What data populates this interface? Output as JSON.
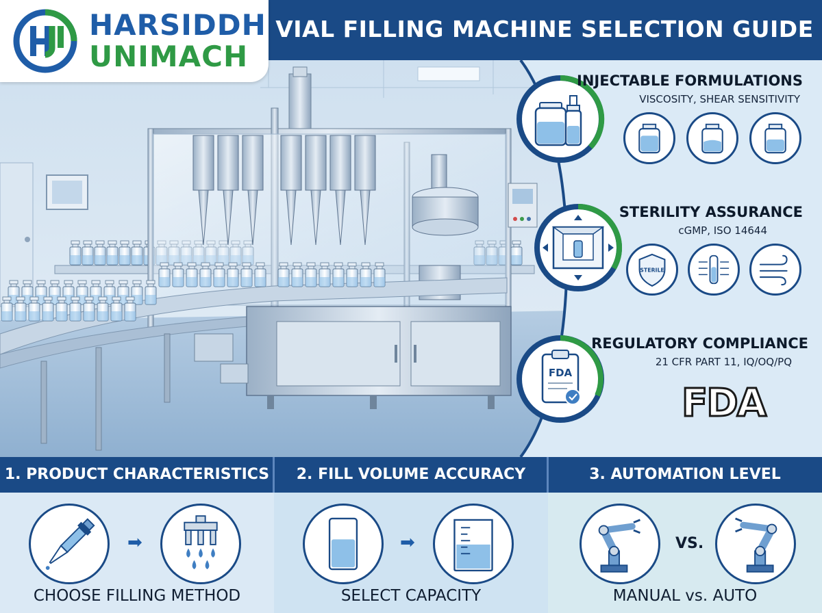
{
  "brand": {
    "line1": "HARSIDDH",
    "line2": "UNIMACH",
    "mark_letters": "HU",
    "color_blue": "#1f5da8",
    "color_green": "#2f9a45"
  },
  "title": "VIAL FILLING MACHINE SELECTION GUIDE",
  "colors": {
    "navy": "#1a4a86",
    "accent_green": "#2f9a45",
    "panel_light": "#dbeaf6"
  },
  "factors": [
    {
      "heading": "INJECTABLE FORMULATIONS",
      "subheading": "VISCOSITY, SHEAR SENSITIVITY",
      "badge_icon": "vials-icon",
      "mini_icons": [
        "vial-full-icon",
        "vial-half-icon",
        "vial-low-icon"
      ]
    },
    {
      "heading": "STERILITY ASSURANCE",
      "subheading": "cGMP, ISO 14644",
      "badge_icon": "cleanroom-icon",
      "mini_icons": [
        "sterile-shield-icon",
        "laminar-flow-icon",
        "air-flow-icon"
      ],
      "shield_text": "STERILE"
    },
    {
      "heading": "REGULATORY COMPLIANCE",
      "subheading": "21 CFR PART 11, IQ/OQ/PQ",
      "badge_icon": "fda-clipboard-icon",
      "badge_text": "FDA",
      "logo_text": "FDA"
    }
  ],
  "steps": [
    {
      "title": "1. PRODUCT CHARACTERISTICS",
      "caption": "CHOOSE FILLING METHOD",
      "icons": [
        "pipette-icon",
        "filling-nozzle-icon"
      ]
    },
    {
      "title": "2. FILL VOLUME ACCURACY",
      "caption": "SELECT CAPACITY",
      "icons": [
        "beaker-icon",
        "measuring-cup-icon"
      ]
    },
    {
      "title": "3. AUTOMATION LEVEL",
      "caption": "MANUAL vs. AUTO",
      "icons": [
        "robot-arm-icon",
        "robot-arm-auto-icon"
      ],
      "vs": "VS."
    }
  ]
}
